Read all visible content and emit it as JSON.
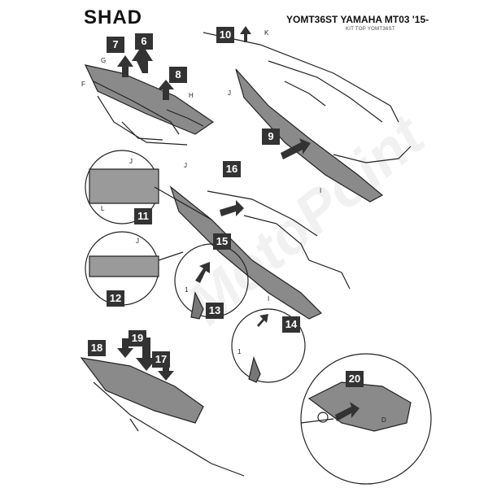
{
  "header": {
    "brand": "SHAD",
    "title": "YOMT36ST YAMAHA MT03 '15-",
    "subtitle": "KIT TOP YOMT36ST"
  },
  "steps": [
    "6",
    "7",
    "8",
    "9",
    "10",
    "11",
    "12",
    "13",
    "14",
    "15",
    "16",
    "17",
    "18",
    "19",
    "20"
  ],
  "part_labels": [
    "F",
    "G",
    "H",
    "J",
    "K",
    "I",
    "L",
    "1",
    "D"
  ],
  "watermark": "MotoPoint",
  "colors": {
    "step_badge": "#333333",
    "line": "#222222",
    "arrow": "#333333"
  }
}
